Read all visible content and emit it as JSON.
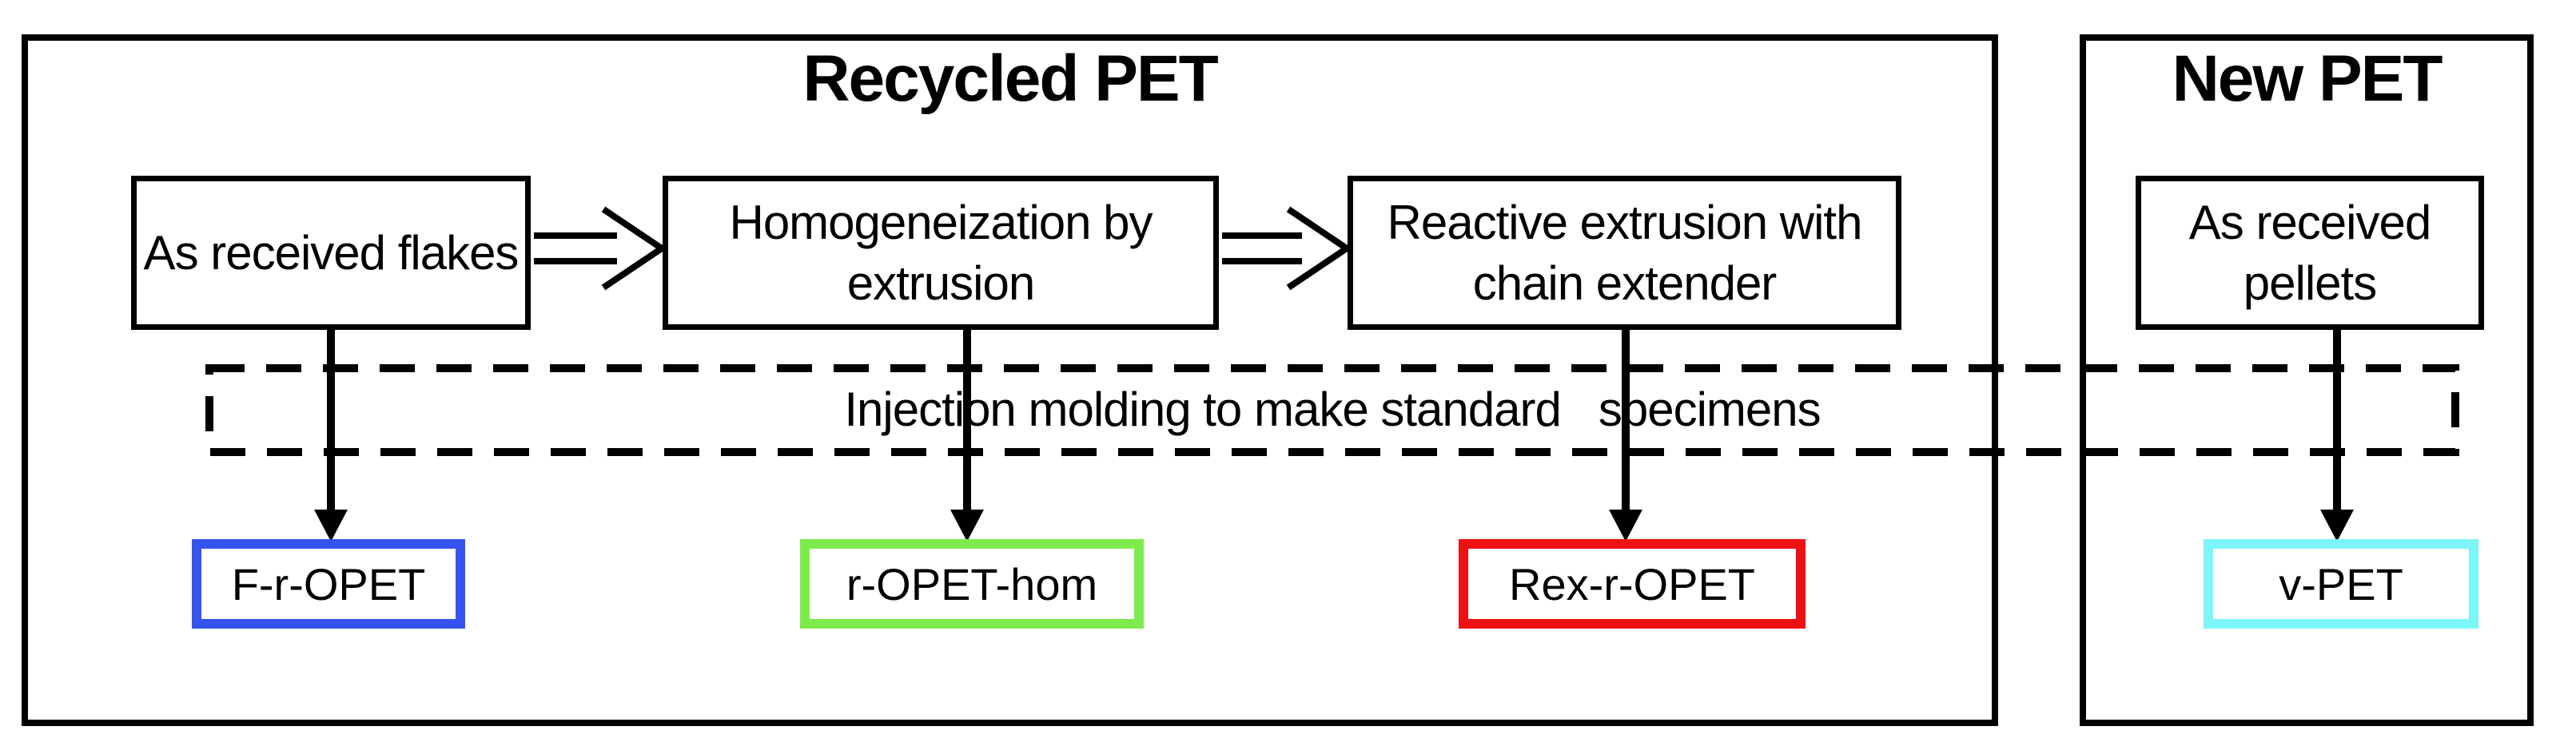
{
  "figure": {
    "type": "process-flow-diagram",
    "sections": [
      {
        "title": "Recycled PET"
      },
      {
        "title": "New PET"
      }
    ],
    "steps": [
      {
        "label": "As received flakes"
      },
      {
        "label": "Homogeneization by extrusion"
      },
      {
        "label": "Reactive extrusion with chain extender"
      },
      {
        "label": "As received pellets"
      }
    ],
    "injection": {
      "label": "Injection molding to make standard   specimens"
    },
    "outputs": [
      {
        "label": "F-r-OPET",
        "color": "#3653F0"
      },
      {
        "label": "r-OPET-hom",
        "color": "#7EEB4C"
      },
      {
        "label": "Rex-r-OPET",
        "color": "#EE1111"
      },
      {
        "label": "v-PET",
        "color": "#7CF6F8"
      }
    ],
    "colors": {
      "line": "#000000",
      "background": "#FFFFFF"
    }
  }
}
